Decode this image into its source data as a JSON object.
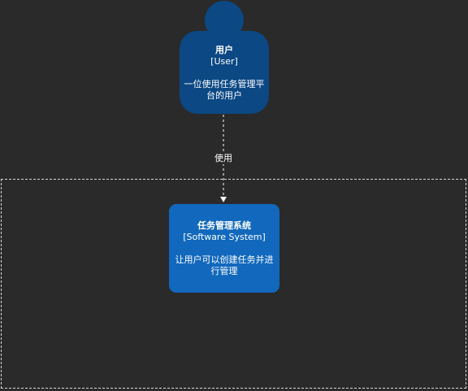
{
  "person": {
    "name": "用户",
    "type": "[User]",
    "description": "一位使用任务管理平台的用户",
    "color": "#0b4884"
  },
  "system": {
    "name": "任务管理系统",
    "type": "[Software System]",
    "description": "让用户可以创建任务并进行管理",
    "color": "#1168bd"
  },
  "relationship": {
    "label": "使用"
  },
  "colors": {
    "background": "#2a2a2a",
    "boundary_stroke": "#d8d8d8",
    "text": "#ffffff"
  }
}
